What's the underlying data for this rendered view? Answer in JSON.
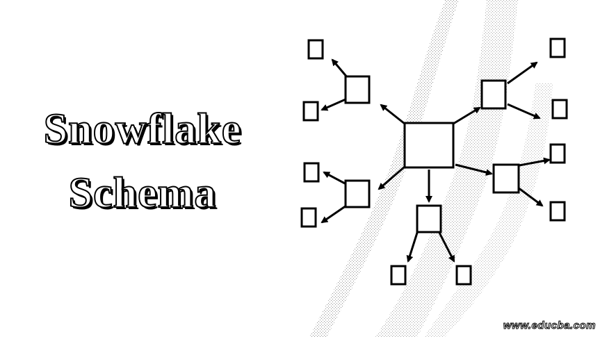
{
  "title": {
    "line1": "Snowflake",
    "line2": "Schema"
  },
  "watermark": "www.educba.com",
  "colors": {
    "ink": "#000000",
    "background": "#ffffff",
    "stipple": "#9a9a9a"
  },
  "diagram": {
    "fact_table": "central-fact-box",
    "dimensions": [
      "upper-left",
      "upper-right",
      "middle-right",
      "lower-left",
      "bottom"
    ],
    "sub_dimensions_per_dimension": 2
  }
}
